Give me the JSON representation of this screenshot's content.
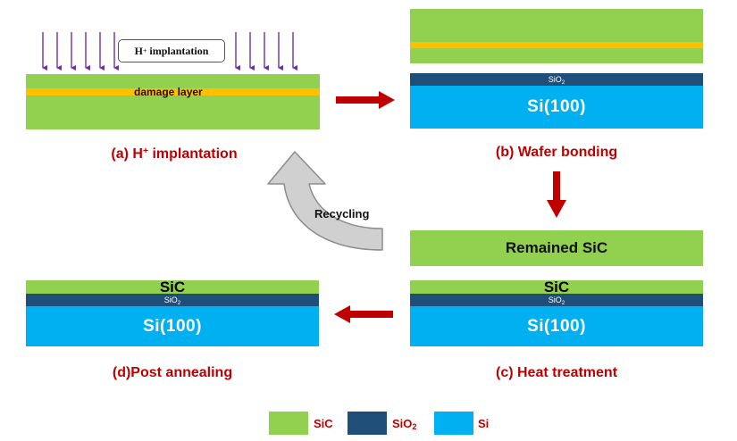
{
  "colors": {
    "sic": "#92d050",
    "sio2": "#1f4e79",
    "si": "#00b0f0",
    "damage_layer": "#ffc000",
    "caption": "#c00000",
    "arrow_red": "#c00000",
    "implant_arrow": "#7030a0",
    "recycle_arrow": "#bfbfbf"
  },
  "panel_a": {
    "implant_label_main": "H",
    "implant_label_sup": "+",
    "implant_label_rest": " implantation",
    "damage_label": "damage layer",
    "caption_main": "(a) H",
    "caption_sup": "+",
    "caption_rest": " implantation"
  },
  "panel_b": {
    "sio2_main": "SiO",
    "sio2_sub": "2",
    "si_label": "Si(100)",
    "caption": "(b) Wafer bonding"
  },
  "panel_c": {
    "remained_label": "Remained SiC",
    "sic_label": "SiC",
    "sio2_main": "SiO",
    "sio2_sub": "2",
    "si_label": "Si(100)",
    "caption": "(c) Heat treatment"
  },
  "panel_d": {
    "sic_label": "SiC",
    "sio2_main": "SiO",
    "sio2_sub": "2",
    "si_label": "Si(100)",
    "caption": "(d)Post annealing"
  },
  "recycling_label": "Recycling",
  "legend": {
    "sic": "SiC",
    "sio2_main": "SiO",
    "sio2_sub": "2",
    "si": "Si"
  },
  "icons": {
    "implant_arrows": "down-arrow-icon",
    "flow_right": "right-arrow-icon",
    "flow_down": "down-arrow-icon",
    "flow_left": "left-arrow-icon",
    "recycle": "curved-arrow-icon"
  }
}
